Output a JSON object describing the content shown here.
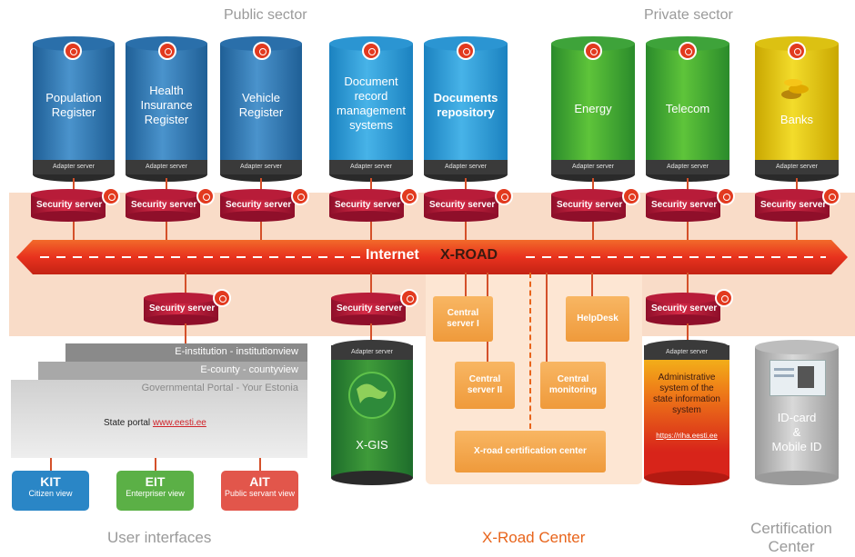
{
  "headers": {
    "public": "Public sector",
    "private": "Private sector"
  },
  "bottom_headers": {
    "ui": "User interfaces",
    "center": "X-Road Center",
    "cert": "Certification\nCenter"
  },
  "adapter_label": "Adapter server",
  "security_label": "Security server",
  "registers": [
    {
      "label": "Population\nRegister"
    },
    {
      "label": "Health\nInsurance\nRegister"
    },
    {
      "label": "Vehicle\nRegister"
    },
    {
      "label": "Document\nrecord\nmanagement\nsystems"
    },
    {
      "label": "Documents\nrepository"
    },
    {
      "label": "Energy"
    },
    {
      "label": "Telecom"
    },
    {
      "label": "Banks"
    }
  ],
  "internet": {
    "part1": "Internet",
    "part2": "X-ROAD"
  },
  "center": {
    "central1": "Central\nserver I",
    "central2": "Central\nserver II",
    "monitoring": "Central\nmonitoring",
    "helpdesk": "HelpDesk",
    "certcenter": "X-road certification center"
  },
  "xgis": "X-GIS",
  "admin": {
    "text": "Administrative\nsystem of the\nstate information\nsystem",
    "link": "https://riha.eesti.ee"
  },
  "idcard": "ID-card\n&\nMobile ID",
  "portal": {
    "row1": "E-institution - institutionview",
    "row2": "E-county - countyview",
    "row3": "Governmental Portal - Your Estonia",
    "state_prefix": "State portal",
    "state_link": "www.eesti.ee"
  },
  "ui_boxes": [
    {
      "big": "KIT",
      "small": "Citizen view",
      "color": "#2a86c6"
    },
    {
      "big": "EIT",
      "small": "Enterpriser view",
      "color": "#5bb046"
    },
    {
      "big": "AIT",
      "small": "Public servant view",
      "color": "#e2564b"
    }
  ]
}
